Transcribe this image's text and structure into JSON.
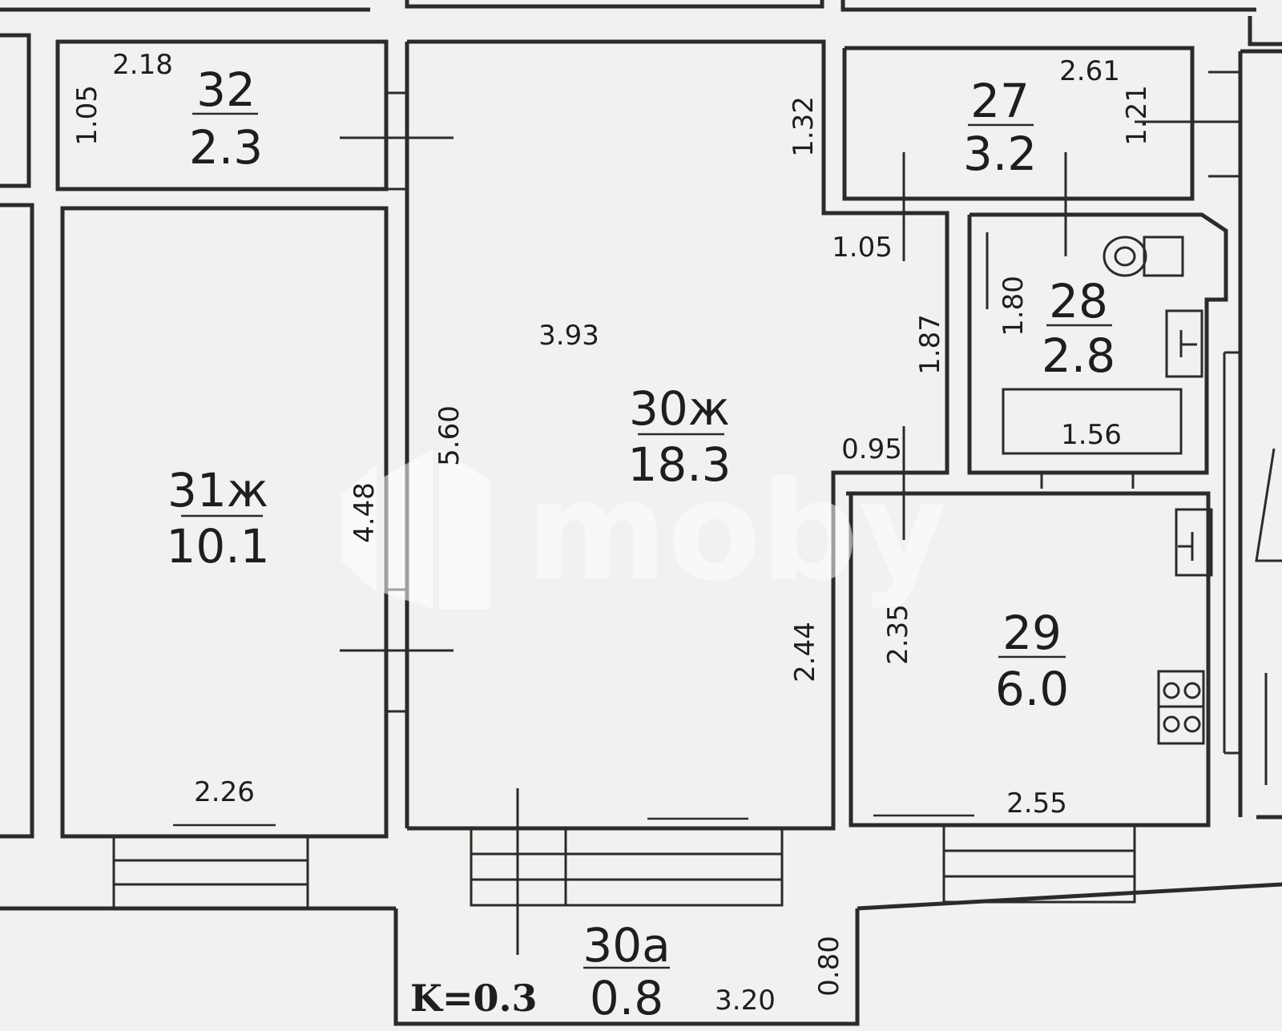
{
  "rooms": [
    {
      "id": "32",
      "number": "32",
      "area": "2.3"
    },
    {
      "id": "31",
      "number": "31ж",
      "area": "10.1"
    },
    {
      "id": "30",
      "number": "30ж",
      "area": "18.3"
    },
    {
      "id": "27",
      "number": "27",
      "area": "3.2"
    },
    {
      "id": "28",
      "number": "28",
      "area": "2.8"
    },
    {
      "id": "29",
      "number": "29",
      "area": "6.0"
    },
    {
      "id": "30a",
      "number": "30а",
      "area": "0.8"
    }
  ],
  "dimensions": [
    "2.18",
    "1.05",
    "2.26",
    "4.48",
    "5.60",
    "3.93",
    "1.32",
    "2.44",
    "2.61",
    "1.21",
    "1.05",
    "1.87",
    "1.80",
    "1.56",
    "0.95",
    "2.35",
    "2.55",
    "3.20",
    "0.80"
  ],
  "coefficient": "K=0.3",
  "watermark": "moby"
}
